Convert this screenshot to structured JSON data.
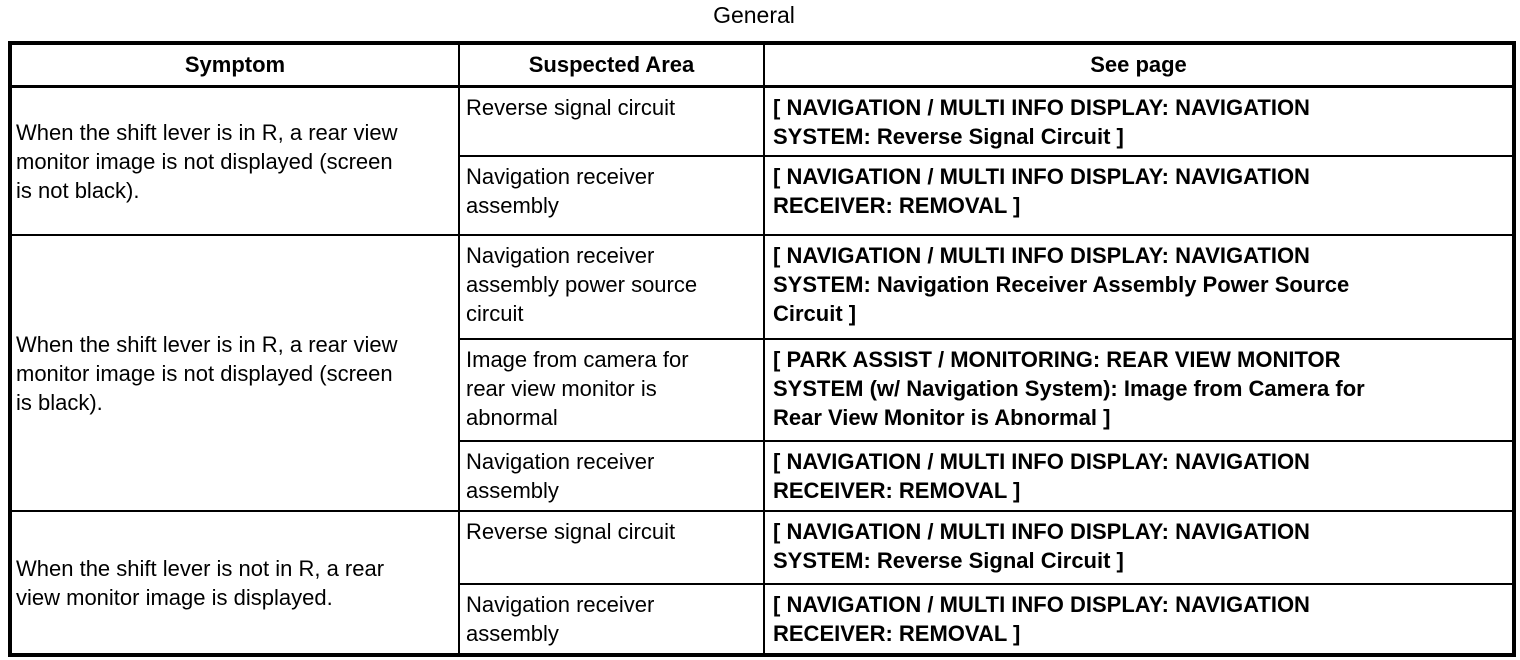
{
  "title": "General",
  "table": {
    "headers": [
      "Symptom",
      "Suspected Area",
      "See page"
    ],
    "groups": [
      {
        "symptom": "When the shift lever is in R, a rear view\nmonitor image is not displayed (screen\nis not black).",
        "rows": [
          {
            "area": "Reverse signal circuit",
            "page": "[ NAVIGATION / MULTI INFO DISPLAY: NAVIGATION\nSYSTEM: Reverse Signal Circuit ]"
          },
          {
            "area": "Navigation receiver\nassembly",
            "page": "[ NAVIGATION / MULTI INFO DISPLAY: NAVIGATION\nRECEIVER: REMOVAL ]"
          }
        ]
      },
      {
        "symptom": "When the shift lever is in R, a rear view\nmonitor image is not displayed (screen\nis black).",
        "rows": [
          {
            "area": "Navigation receiver\nassembly power source\ncircuit",
            "page": "[ NAVIGATION / MULTI INFO DISPLAY: NAVIGATION\nSYSTEM: Navigation Receiver Assembly Power Source\nCircuit ]"
          },
          {
            "area": "Image from camera for\nrear view monitor is\nabnormal",
            "page": "[ PARK ASSIST / MONITORING: REAR VIEW MONITOR\nSYSTEM (w/ Navigation System): Image from Camera for\nRear View Monitor is Abnormal ]"
          },
          {
            "area": "Navigation receiver\nassembly",
            "page": "[ NAVIGATION / MULTI INFO DISPLAY: NAVIGATION\nRECEIVER: REMOVAL ]"
          }
        ]
      },
      {
        "symptom": "When the shift lever is not in R, a rear\nview monitor image is displayed.",
        "rows": [
          {
            "area": "Reverse signal circuit",
            "page": "[ NAVIGATION / MULTI INFO DISPLAY: NAVIGATION\nSYSTEM: Reverse Signal Circuit ]"
          },
          {
            "area": "Navigation receiver\nassembly",
            "page": "[ NAVIGATION / MULTI INFO DISPLAY: NAVIGATION\nRECEIVER: REMOVAL ]"
          }
        ]
      }
    ]
  }
}
